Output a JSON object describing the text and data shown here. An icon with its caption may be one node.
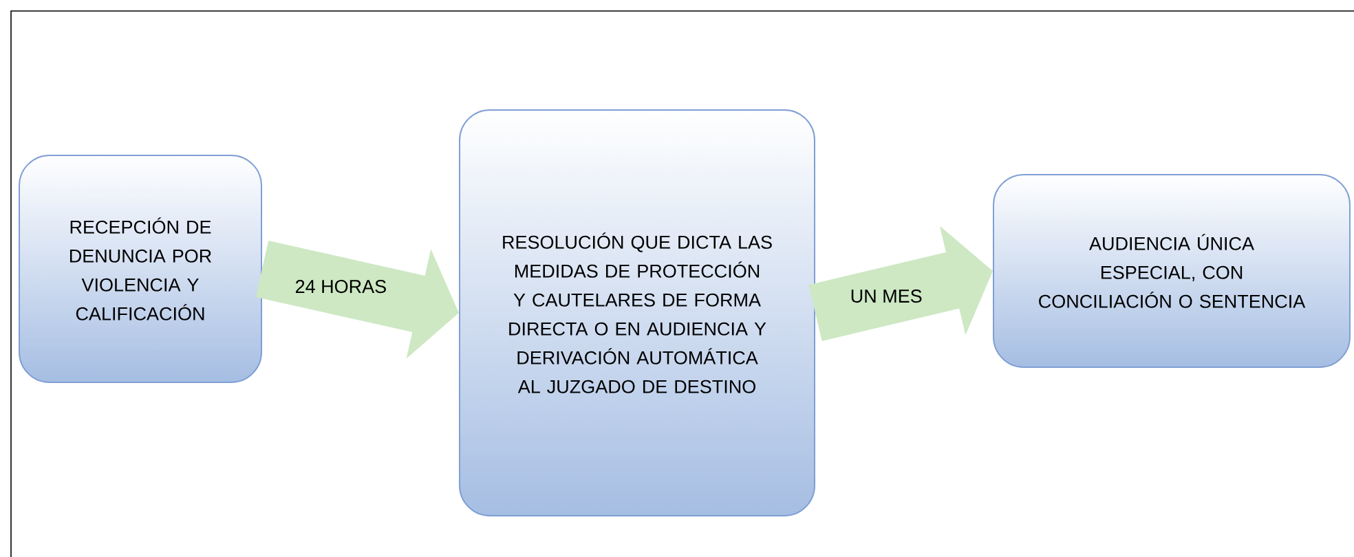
{
  "diagram": {
    "nodes": [
      {
        "text": [
          "RECEPCIÓN DE DENUNCIA POR VIOLENCIA Y CALIFICACIÓN"
        ]
      },
      {
        "text": [
          "RESOLUCIÓN QUE DICTA LAS MEDIDAS DE PROTECCIÓN Y CAUTELARES DE FORMA DIRECTA O EN AUDIENCIA Y DERIVACIÓN AUTOMÁTICA AL JUZGADO DE DESTINO"
        ]
      },
      {
        "text": [
          "AUDIENCIA ÚNICA ESPECIAL, CON CONCILIACIÓN O SENTENCIA"
        ]
      }
    ],
    "edges": [
      {
        "from": 0,
        "to": 1,
        "arrow": "to",
        "label": "24 HORAS"
      },
      {
        "from": 1,
        "to": 2,
        "arrow": "to",
        "label": "UN MES"
      }
    ]
  }
}
